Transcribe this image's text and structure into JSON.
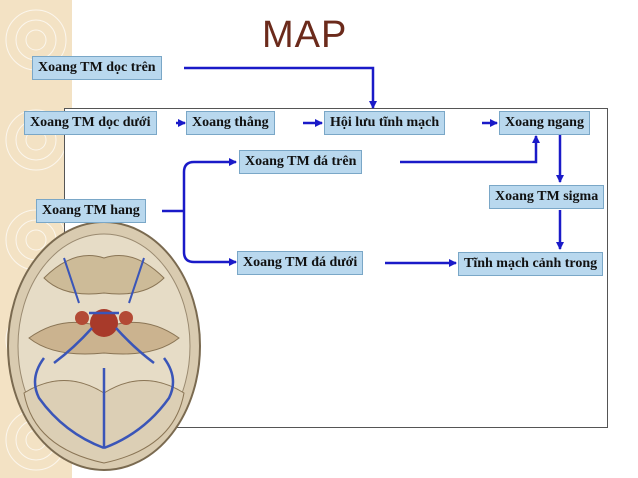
{
  "title": "MAP",
  "nodes": {
    "sss": "Xoang TM dọc trên",
    "iss": "Xoang TM dọc dưới",
    "straight": "Xoang thẳng",
    "confluence": "Hội lưu tĩnh mạch",
    "transverse": "Xoang ngang",
    "sps": "Xoang TM đá trên",
    "cavernous": "Xoang TM hang",
    "sigmoid": "Xoang TM sigma",
    "ips": "Xoang TM đá dưới",
    "ijv": "Tĩnh mạch cảnh trong"
  },
  "colors": {
    "arrow": "#1a1ac8",
    "box": "#b9d8ee",
    "title": "#6b2a1b"
  },
  "illustration": "skull-base-venous-sinuses"
}
